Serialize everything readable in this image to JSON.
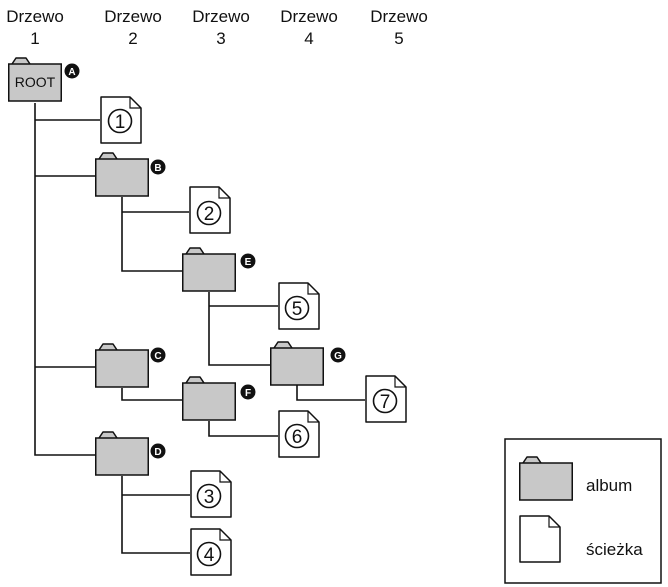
{
  "headers": [
    {
      "word": "Drzewo",
      "num": "1"
    },
    {
      "word": "Drzewo",
      "num": "2"
    },
    {
      "word": "Drzewo",
      "num": "3"
    },
    {
      "word": "Drzewo",
      "num": "4"
    },
    {
      "word": "Drzewo",
      "num": "5"
    }
  ],
  "root_label": "ROOT",
  "folders": [
    {
      "id": "root",
      "badge": "A"
    },
    {
      "id": "b",
      "badge": "B"
    },
    {
      "id": "c",
      "badge": "C"
    },
    {
      "id": "d",
      "badge": "D"
    },
    {
      "id": "e",
      "badge": "E"
    },
    {
      "id": "f",
      "badge": "F"
    },
    {
      "id": "g",
      "badge": "G"
    }
  ],
  "tracks": [
    "1",
    "2",
    "3",
    "4",
    "5",
    "6",
    "7"
  ],
  "legend": {
    "album": "album",
    "track": "ścieżka"
  },
  "colors": {
    "folder_fill": "#c8c8c8",
    "line": "#111111"
  }
}
